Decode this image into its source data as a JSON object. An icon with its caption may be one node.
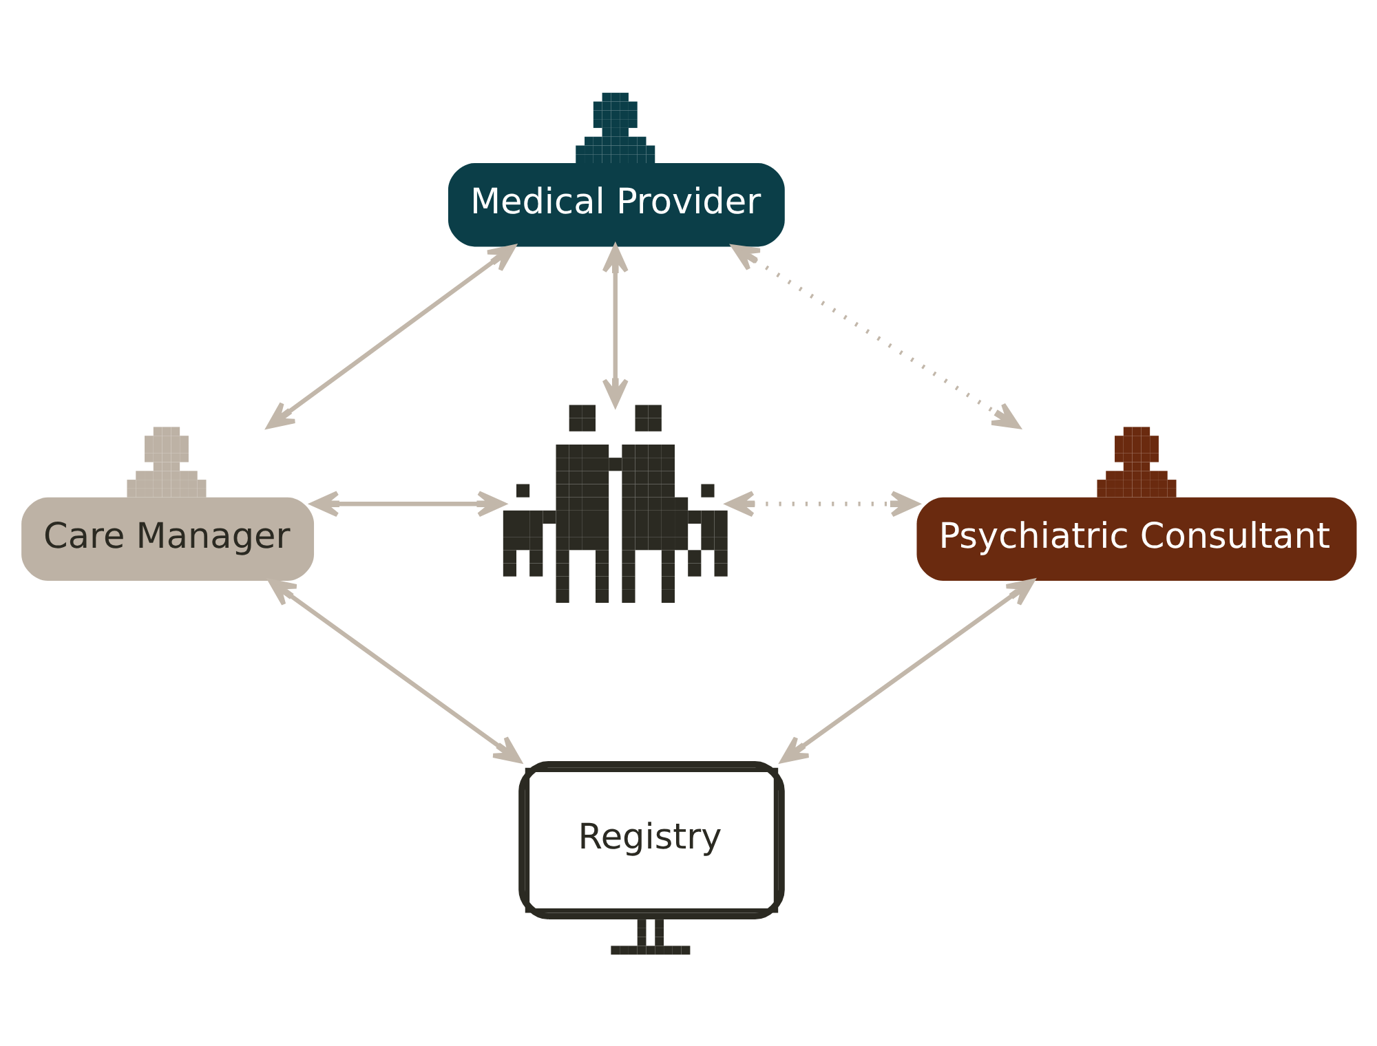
{
  "diagram": {
    "nodes": [
      {
        "text": [
          "Medical Provider"
        ]
      },
      {
        "text": [
          "Care Manager"
        ]
      },
      {
        "text": [],
        "shape": "picture"
      },
      {
        "text": [
          "Psychiatric Consultant"
        ]
      },
      {
        "text": [
          "Registry"
        ]
      }
    ],
    "edges": [
      {
        "from": 0,
        "to": 1,
        "arrow": "both"
      },
      {
        "from": 0,
        "to": 2,
        "arrow": "both"
      },
      {
        "from": 0,
        "to": 3,
        "arrow": "both",
        "style": "dashed"
      },
      {
        "from": 1,
        "to": 2,
        "arrow": "both"
      },
      {
        "from": 2,
        "to": 3,
        "arrow": "both",
        "style": "dashed"
      },
      {
        "from": 1,
        "to": 4,
        "arrow": "both"
      },
      {
        "from": 3,
        "to": 4,
        "arrow": "both"
      }
    ]
  }
}
